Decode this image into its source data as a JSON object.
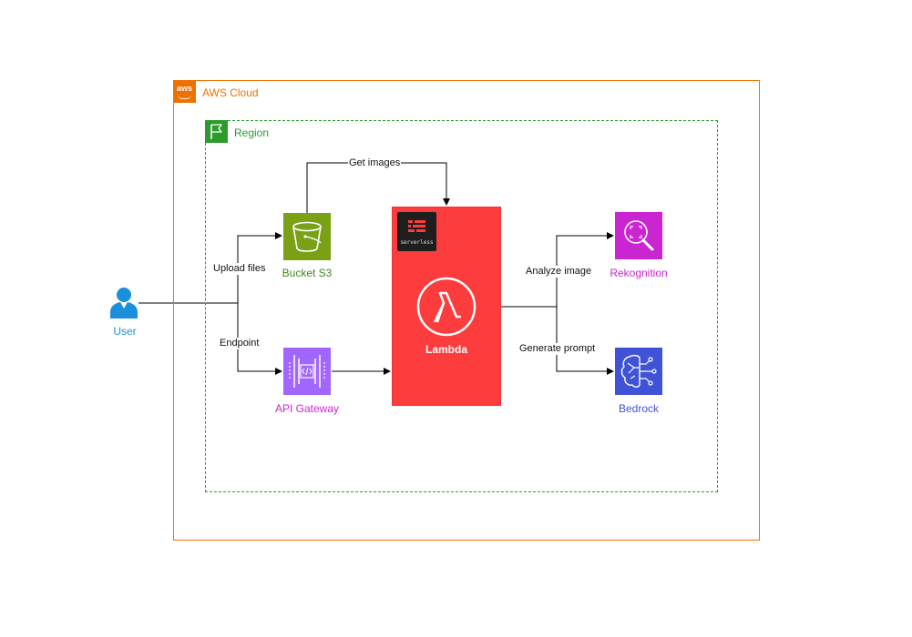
{
  "groups": {
    "cloud": {
      "title": "AWS Cloud",
      "badge": "aws"
    },
    "region": {
      "title": "Region"
    }
  },
  "nodes": {
    "user": {
      "label": "User"
    },
    "s3": {
      "label": "Bucket S3"
    },
    "api_gateway": {
      "label": "API Gateway"
    },
    "lambda": {
      "label": "Lambda",
      "badge": "serverless"
    },
    "rekognition": {
      "label": "Rekognition"
    },
    "bedrock": {
      "label": "Bedrock"
    }
  },
  "edges": {
    "upload": "Upload files",
    "endpoint": "Endpoint",
    "get_images": "Get images",
    "analyze": "Analyze image",
    "generate": "Generate prompt"
  },
  "colors": {
    "cloud": "#ed7100",
    "region": "#2c9a2c",
    "s3": "#7aa116",
    "api_gateway": "#a166ff",
    "lambda": "#fd3c3d",
    "rekognition": "#c925d1",
    "bedrock": "#4053d6",
    "user": "#1a8fdb"
  }
}
